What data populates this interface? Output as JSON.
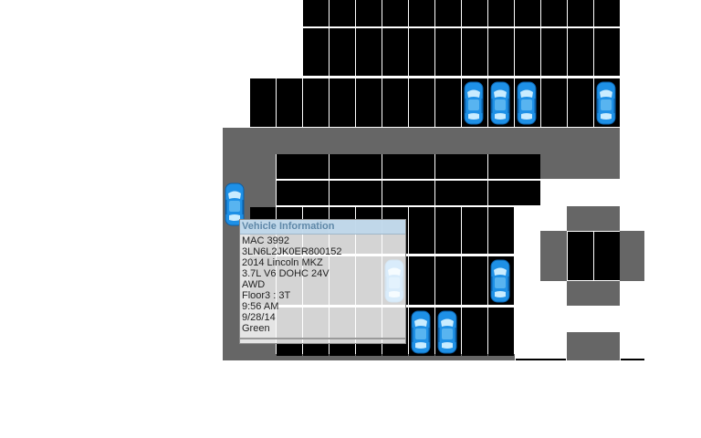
{
  "map": {
    "name": "parking-garage-map"
  },
  "colors": {
    "slot": "#000000",
    "drive": "#666666",
    "slot_border": "#ffffff",
    "car_body": "#1e90e6",
    "car_window": "#c9ecff"
  },
  "vehicle_info": {
    "title": "Vehicle Information",
    "stock": "MAC 3992",
    "vin": "3LN6L2JK0ER800152",
    "model": "2014 Lincoln MKZ",
    "engine": "3.7L V6 DOHC 24V",
    "drivetrain": "AWD",
    "location": "Floor3 : 3T",
    "time": "9:56 AM",
    "date": "9/28/14",
    "color": "Green"
  }
}
